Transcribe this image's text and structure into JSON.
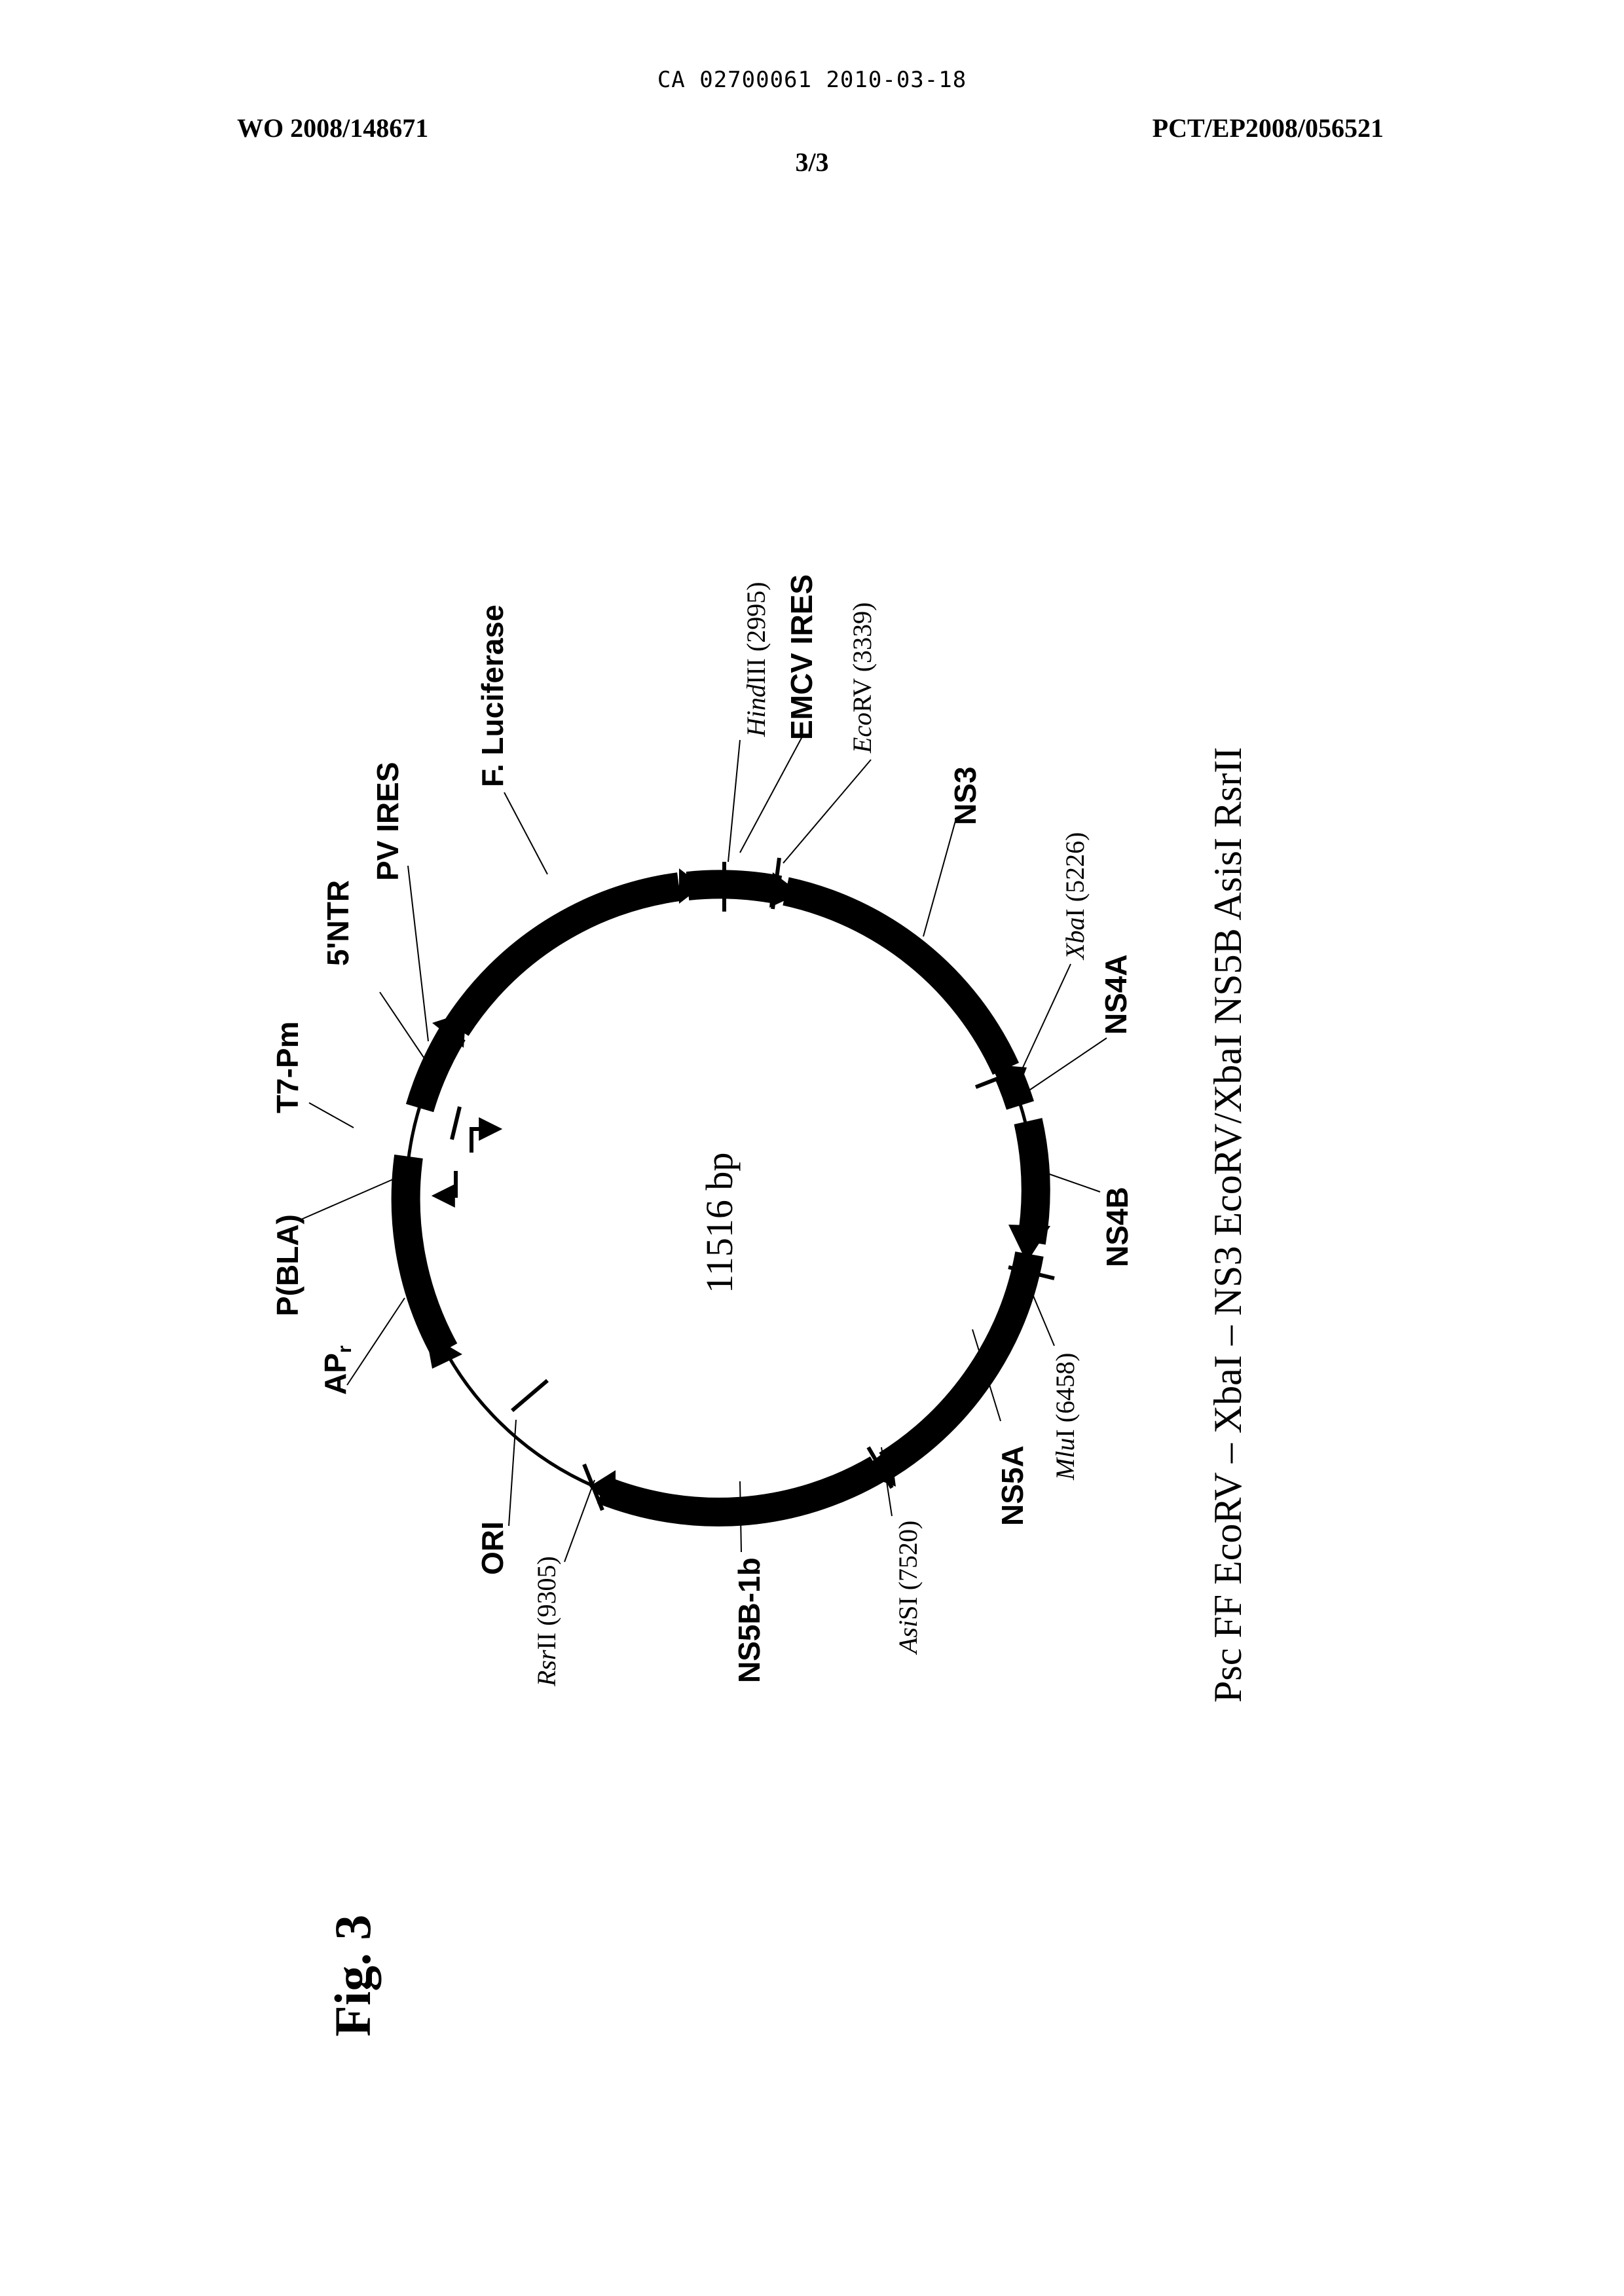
{
  "header": {
    "ca_number": "CA 02700061 2010-03-18",
    "wo_number": "WO 2008/148671",
    "pct_number": "PCT/EP2008/056521",
    "page": "3/3"
  },
  "figure": {
    "label": "Fig. 3",
    "caption": "Psc FF EcoRV – XbaI – NS3 EcoRV/XbaI NS5B AsisI RsrII",
    "plasmid_size": "11516 bp",
    "features": {
      "t7pm": "T7-Pm",
      "ntr": "5'NTR",
      "pvires": "PV IRES",
      "luc": "F. Luciferase",
      "emcv": "EMCV IRES",
      "ns3": "NS3",
      "ns4a": "NS4A",
      "ns4b": "NS4B",
      "ns5a": "NS5A",
      "ns5b": "NS5B-1b",
      "ori": "ORI",
      "apr_main": "AP",
      "apr_sub": "r",
      "pbla": "P(BLA)"
    },
    "sites": {
      "hind_name": "Hind",
      "hind_suffix": "III",
      "hind_pos": "(2995)",
      "ecorv_name": "Eco",
      "ecorv_suffix": "RV",
      "ecorv_pos": "(3339)",
      "xba_name": "Xba",
      "xba_suffix": "I",
      "xba_pos": "(5226)",
      "mlu_name": "Mlu",
      "mlu_suffix": "I",
      "mlu_pos": "(6458)",
      "asi_name": "Asi",
      "asi_suffix": "SI",
      "asi_pos": "(7520)",
      "rsr_name": "Rsr",
      "rsr_suffix": "II",
      "rsr_pos": "(9305)"
    }
  }
}
